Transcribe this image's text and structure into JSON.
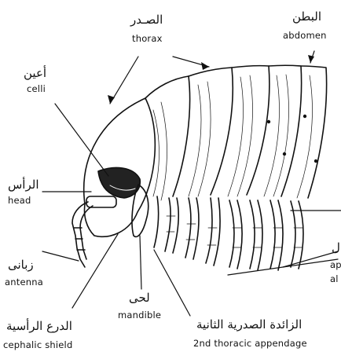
{
  "labels": {
    "thorax": {
      "ar": "الصـدر",
      "en": "thorax"
    },
    "abdomen": {
      "ar": "البطن",
      "en": "abdomen"
    },
    "ocelli": {
      "ar": "أعين",
      "en": "celli"
    },
    "head": {
      "ar": "الرأس",
      "en": "head"
    },
    "antenna": {
      "ar": "زبانى",
      "en": "antenna"
    },
    "mandible": {
      "ar": "لحى",
      "en": "mandible"
    },
    "cephalic_shield": {
      "ar": "الدرع الرأسية",
      "en": "cephalic shield"
    },
    "thoracic_appendage": {
      "ar": "الزائدة الصدرية الثانية",
      "en": "2nd thoracic appendage"
    },
    "abdominal_appendage_cut": {
      "ar": "ل",
      "en_1": "ap",
      "en_2": "al"
    }
  },
  "colors": {
    "ink": "#111111",
    "background": "#ffffff"
  }
}
